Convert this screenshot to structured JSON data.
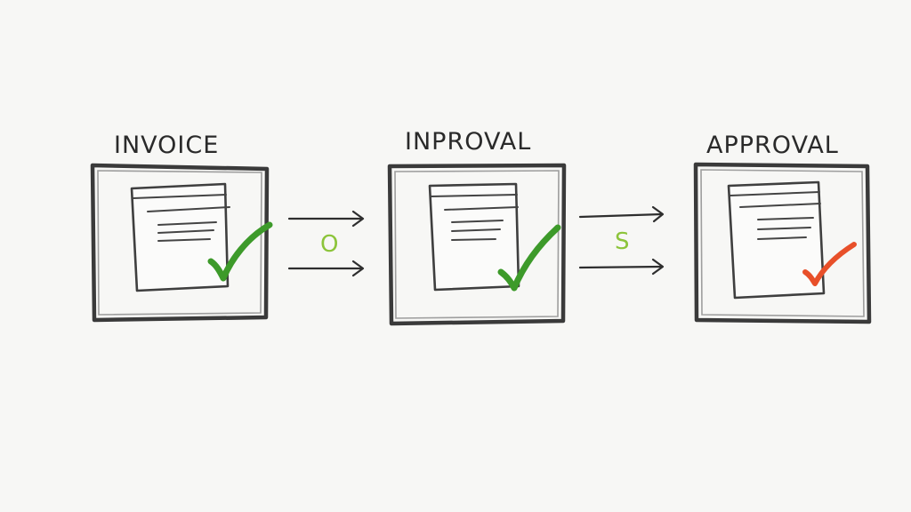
{
  "colors": {
    "ink": "#2a2a2a",
    "check_green": "#3d9a2a",
    "check_orange": "#e8502a",
    "connector_green": "#8cc43a"
  },
  "stages": [
    {
      "label": "INVOICE",
      "check_color": "green",
      "icon": "document-icon",
      "check_icon": "checkmark-icon"
    },
    {
      "label": "INPROVAL",
      "check_color": "green",
      "icon": "document-icon",
      "check_icon": "checkmark-icon"
    },
    {
      "label": "APPROVAL",
      "check_color": "orange",
      "icon": "document-icon",
      "check_icon": "checkmark-icon"
    }
  ],
  "connectors": [
    {
      "label": "O",
      "icon": "double-arrow-icon"
    },
    {
      "label": "S",
      "icon": "double-arrow-icon"
    }
  ]
}
